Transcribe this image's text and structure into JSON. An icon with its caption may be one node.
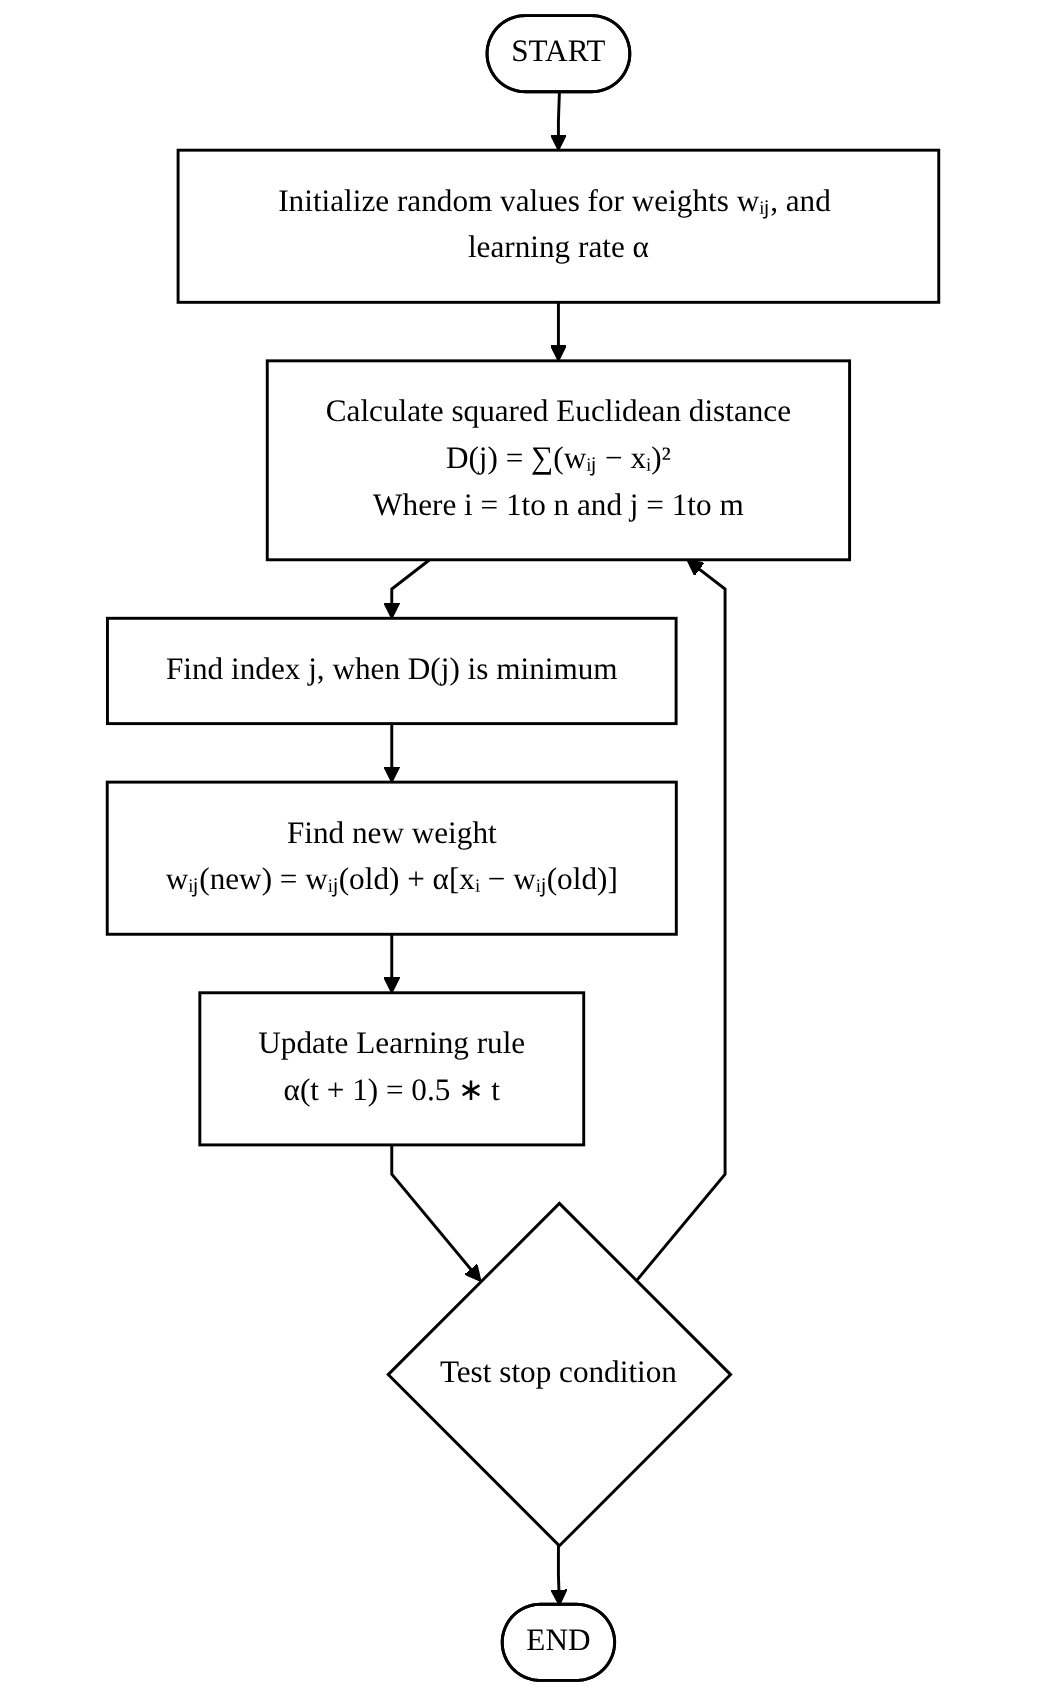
{
  "diagram": {
    "nodes": [
      {
        "text": [
          "START"
        ]
      },
      {
        "text": [
          "Initialize random values for weights wᵢⱼ, and learning rate α"
        ]
      },
      {
        "text": [
          "Calculate squared Euclidean distance",
          "D(j) = ∑(wᵢⱼ − xᵢ)²",
          "Where i = 1to n and j = 1to m"
        ]
      },
      {
        "text": [
          "Find index j, when D(j) is minimum"
        ]
      },
      {
        "text": [
          "Find new weight",
          "wᵢⱼ(new) = wᵢⱼ(old) + α[xᵢ − wᵢⱼ(old)]"
        ]
      },
      {
        "text": [
          "Update Learning rule",
          "α(t + 1) = 0.5 ∗ t"
        ]
      },
      {
        "text": [
          "Test stop condition"
        ]
      },
      {
        "text": [
          "END"
        ]
      }
    ],
    "edges": [
      {
        "from": 0,
        "to": 1,
        "arrow": "to"
      },
      {
        "from": 1,
        "to": 2,
        "arrow": "to"
      },
      {
        "from": 2,
        "to": 3,
        "arrow": "to"
      },
      {
        "from": 3,
        "to": 4,
        "arrow": "to"
      },
      {
        "from": 4,
        "to": 5,
        "arrow": "to"
      },
      {
        "from": 5,
        "to": 6,
        "arrow": "to"
      },
      {
        "from": 6,
        "to": 7,
        "arrow": "to"
      },
      {
        "from": 6,
        "to": 2,
        "arrow": "to"
      }
    ]
  }
}
